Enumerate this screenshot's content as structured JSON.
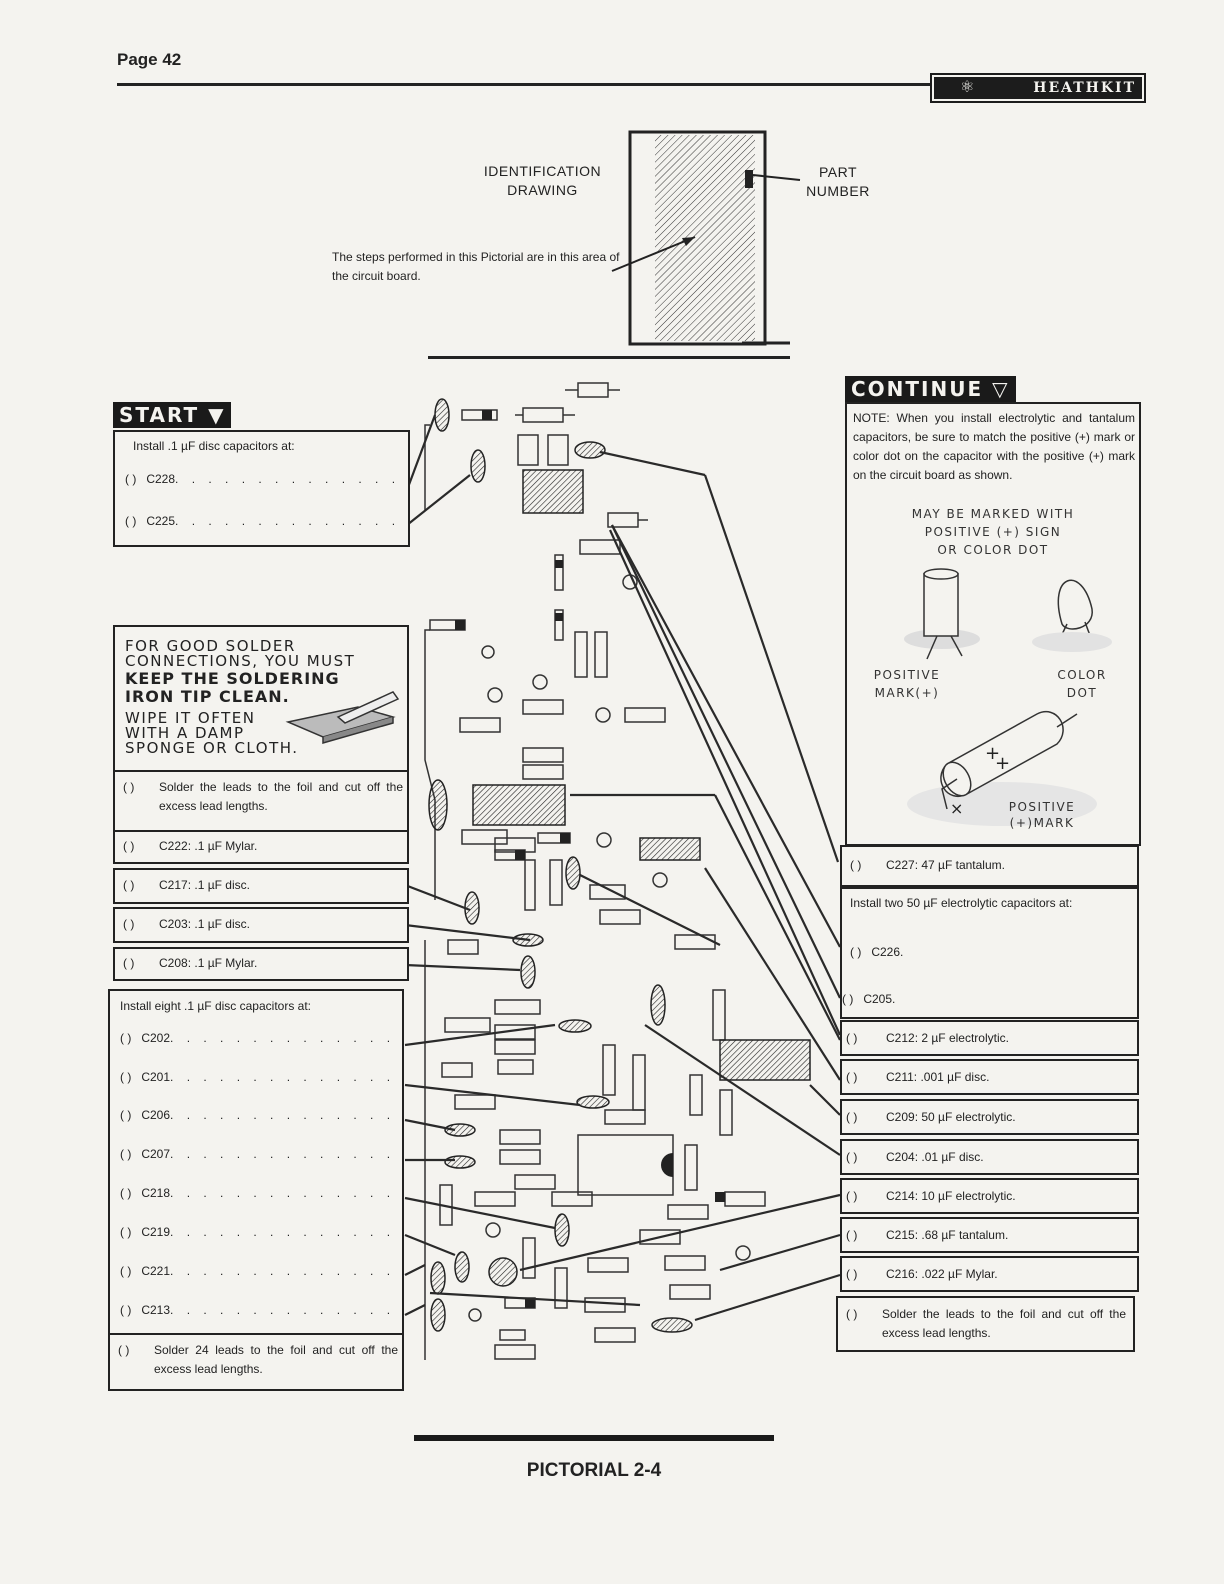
{
  "header": {
    "page_number": "Page 42",
    "brand": "HEATHKIT"
  },
  "id_drawing": {
    "label": "IDENTIFICATION DRAWING",
    "part_label": "PART NUMBER",
    "note": "The steps performed in this Pictorial are in this area of the circuit board."
  },
  "start": {
    "tag": "START",
    "title": "Install .1 µF disc capacitors at:",
    "items": [
      "C228",
      "C225"
    ]
  },
  "keep_clean": {
    "line1": "FOR GOOD SOLDER",
    "line2": "CONNECTIONS, YOU MUST",
    "line3": "KEEP THE SOLDERING",
    "line4": "IRON TIP CLEAN.",
    "line5": "WIPE IT OFTEN",
    "line6": "WITH A DAMP",
    "line7": "SPONGE OR CLOTH."
  },
  "left_steps": [
    "Solder the leads to the foil and cut off the excess lead lengths.",
    "C222: .1 µF Mylar.",
    "C217: .1 µF disc.",
    "C203: .1 µF disc.",
    "C208: .1 µF Mylar."
  ],
  "eight_caps": {
    "title": "Install eight .1 µF disc capacitors at:",
    "items": [
      "C202",
      "C201",
      "C206",
      "C207",
      "C218",
      "C219",
      "C221",
      "C213"
    ]
  },
  "solder_24": "Solder 24 leads to the foil and cut off the excess lead lengths.",
  "continue": {
    "tag": "CONTINUE",
    "note": "NOTE: When you install electrolytic and tantalum capacitors, be sure to match the positive (+) mark or color dot on the capacitor with the positive (+) mark on the circuit board as shown.",
    "marked1": "MAY BE MARKED WITH",
    "marked2": "POSITIVE (+) SIGN",
    "marked3": "OR COLOR DOT",
    "pos_mark1": "POSITIVE",
    "pos_mark2": "MARK(+)",
    "color_dot1": "COLOR",
    "color_dot2": "DOT",
    "pos_mark3": "POSITIVE",
    "pos_mark4": "(+)MARK"
  },
  "right_steps": {
    "c227": "C227: 47 µF tantalum.",
    "two50_title": "Install two 50 µF electrolytic capacitors at:",
    "two50_items": [
      "C226.",
      "C205."
    ],
    "rest": [
      "C212: 2 µF electrolytic.",
      "C211: .001 µF disc.",
      "C209: 50 µF electrolytic.",
      "C204: .01 µF disc.",
      "C214: 10 µF electrolytic.",
      "C215: .68 µF tantalum.",
      "C216: .022 µF Mylar.",
      "Solder the leads to the foil and cut off the excess lead lengths."
    ]
  },
  "checkbox": "( )",
  "footer": {
    "title": "PICTORIAL 2-4"
  }
}
